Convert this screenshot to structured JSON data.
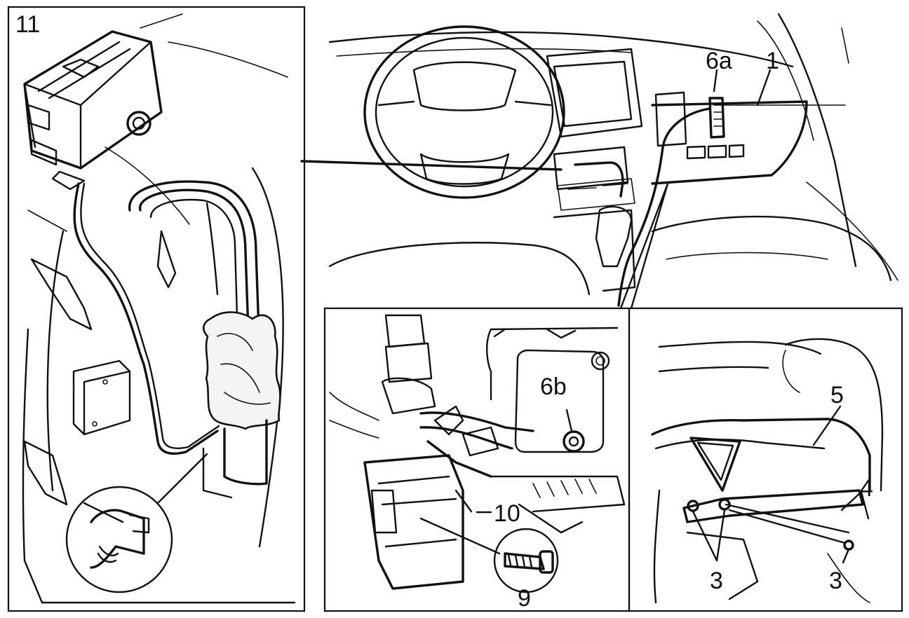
{
  "figure": {
    "panels": [
      {
        "id": "panel-11",
        "label": "11"
      },
      {
        "id": "panel-top",
        "labels": [
          "6a",
          "1"
        ]
      },
      {
        "id": "panel-bottom-middle",
        "labels": [
          "6b",
          "10",
          "9"
        ]
      },
      {
        "id": "panel-bottom-right",
        "labels": [
          "5",
          "4",
          "3",
          "3"
        ]
      }
    ]
  },
  "labels": {
    "l11": "11",
    "l6a": "6a",
    "l1": "1",
    "l6b": "6b",
    "l10": "10",
    "l9": "9",
    "l5": "5",
    "l4": "4",
    "l3a": "3",
    "l3b": "3"
  },
  "colors": {
    "ink": "#111111",
    "paper": "#ffffff"
  }
}
